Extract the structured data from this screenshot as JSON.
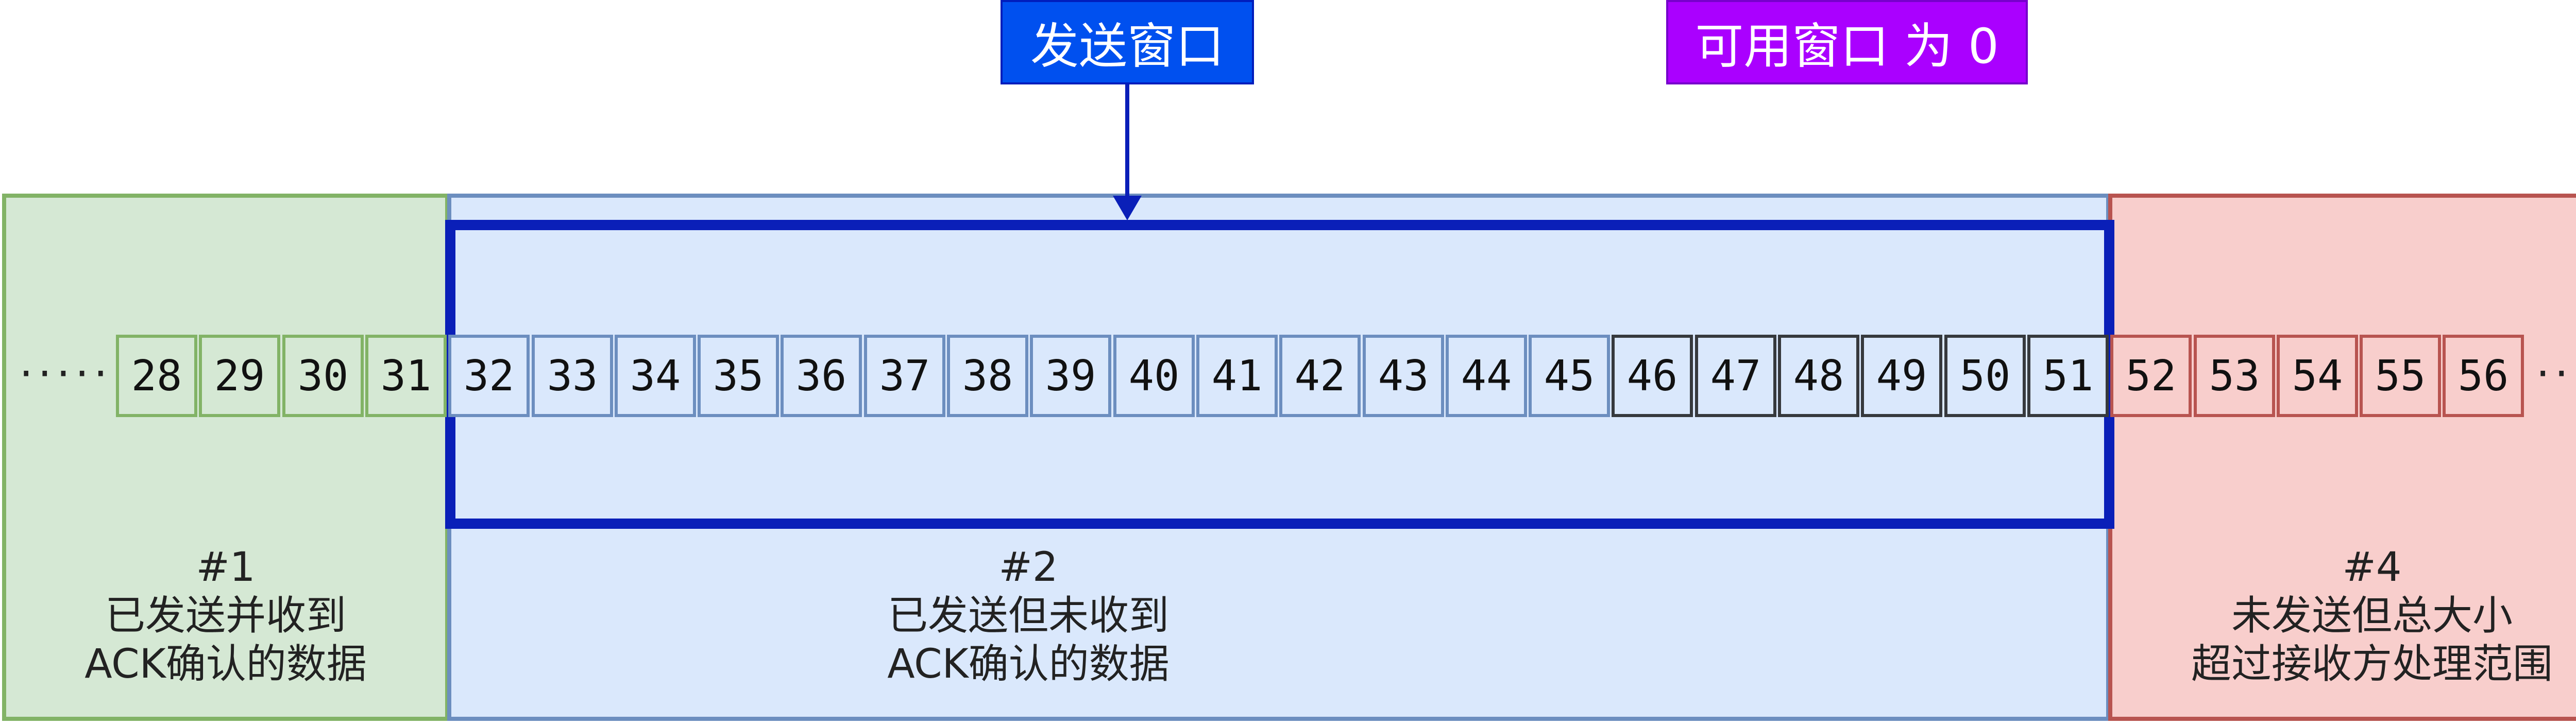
{
  "labels": {
    "send_window": "发送窗口",
    "usable_window": "可用窗口 为 0"
  },
  "colors": {
    "acked_fill": "#d5e8d4",
    "acked_border": "#82b366",
    "sent_fill": "#dae8fc",
    "sent_border": "#6c8ebf",
    "blocked_fill": "#f8cecc",
    "blocked_border": "#b85450",
    "window_border": "#0a1fb8",
    "send_window_label_bg": "#0050ef",
    "send_window_label_border": "#001dbc",
    "usable_window_label_bg": "#aa00ff",
    "usable_window_label_border": "#7700cc",
    "neutral_cell_border": "#36393d"
  },
  "ellipsis": "·····",
  "cells": {
    "acked": [
      "28",
      "29",
      "30",
      "31"
    ],
    "sent_unacked": [
      "32",
      "33",
      "34",
      "35",
      "36",
      "37",
      "38",
      "39",
      "40",
      "41",
      "42",
      "43",
      "44",
      "45"
    ],
    "available": [
      "46",
      "47",
      "48",
      "49",
      "50",
      "51"
    ],
    "blocked": [
      "52",
      "53",
      "54",
      "55",
      "56"
    ]
  },
  "captions": {
    "acked": {
      "id": "#1",
      "line1": "已发送并收到",
      "line2": "ACK确认的数据"
    },
    "sent_unacked": {
      "id": "#2",
      "line1": "已发送但未收到",
      "line2": "ACK确认的数据"
    },
    "blocked": {
      "id": "#4",
      "line1": "未发送但总大小",
      "line2": "超过接收方处理范围"
    }
  }
}
